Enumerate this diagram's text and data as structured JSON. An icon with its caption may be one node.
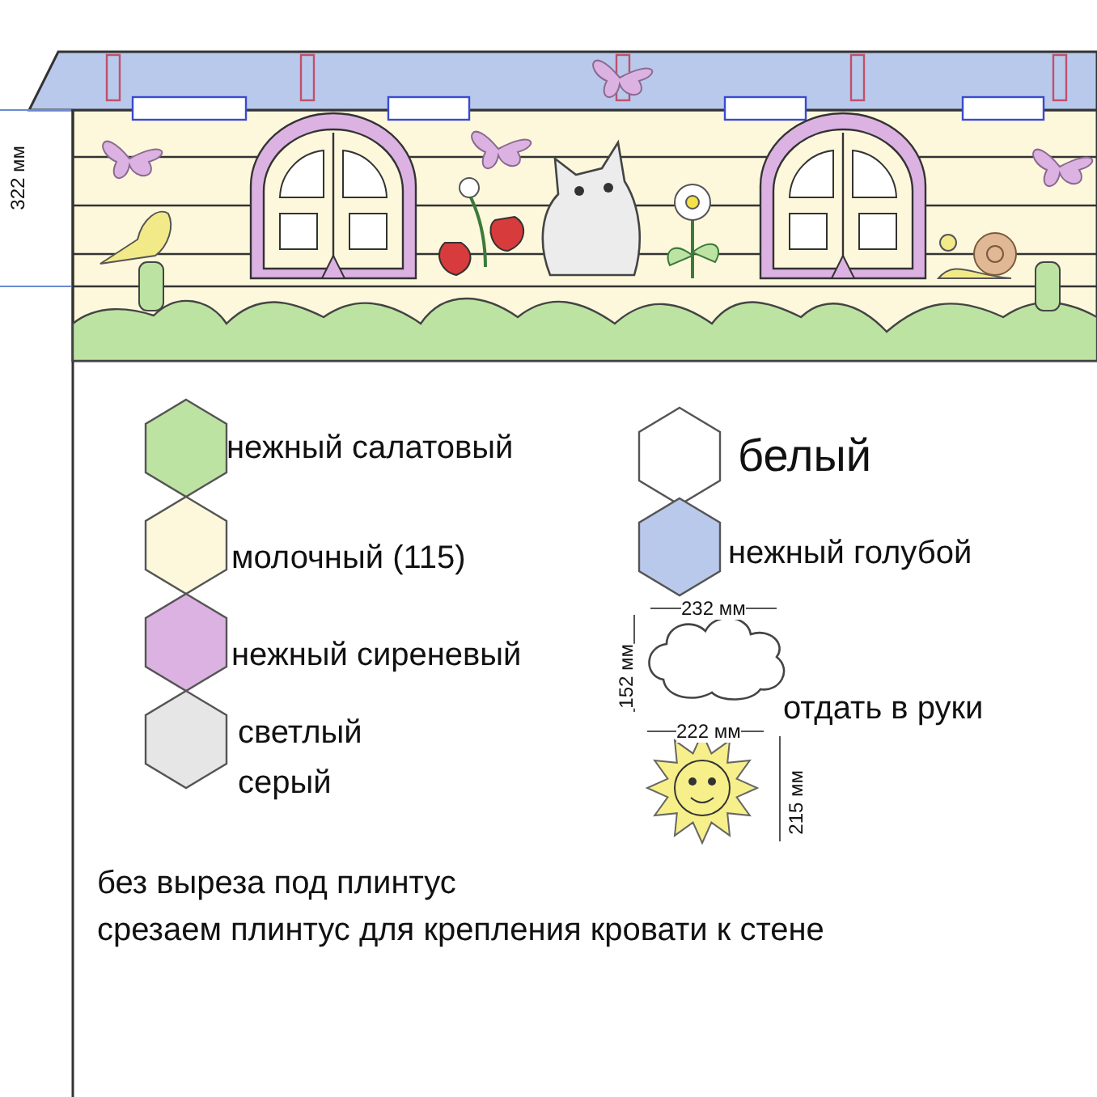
{
  "diagram": {
    "labels": [
      "322 мм",
      "232 мм",
      "152 мм",
      "222 мм",
      "215 мм",
      "отдать в руки",
      "без выреза под плинтус",
      "срезаем плинтус для крепления кровати к стене"
    ],
    "legend": [
      {
        "text": "нежный салатовый",
        "color": "#bde3a3"
      },
      {
        "text": "молочный (115)",
        "color": "#fdf8dc"
      },
      {
        "text": "нежный сиреневый",
        "color": "#dcb2e2"
      },
      {
        "text": "светлый серый",
        "color": "#e6e6e6"
      },
      {
        "text": "белый",
        "color": "#ffffff"
      },
      {
        "text": "нежный голубой",
        "color": "#b9c9ec"
      }
    ]
  }
}
